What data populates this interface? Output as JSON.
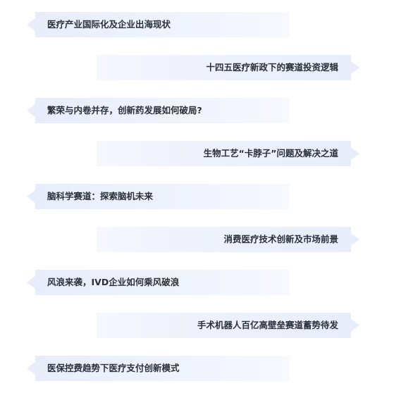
{
  "topics": [
    {
      "label": "医疗产业国际化及企业出海现状",
      "align": "left"
    },
    {
      "label": "十四五医疗新政下的赛道投资逻辑",
      "align": "right"
    },
    {
      "label": "繁荣与内卷并存，创新药发展如何破局?",
      "align": "left"
    },
    {
      "label": "生物工艺“卡脖子”问题及解决之道",
      "align": "right"
    },
    {
      "label": "脑科学赛道：探索脑机未来",
      "align": "left"
    },
    {
      "label": "消费医疗技术创新及市场前景",
      "align": "right"
    },
    {
      "label": "风浪来袭，IVD企业如何乘风破浪",
      "align": "left"
    },
    {
      "label": "手术机器人百亿高壁垒赛道蓄势待发",
      "align": "right"
    },
    {
      "label": "医保控费趋势下医疗支付创新模式",
      "align": "left"
    }
  ],
  "colors": {
    "band": "#e7edfb",
    "text": "#2b2f3a"
  }
}
